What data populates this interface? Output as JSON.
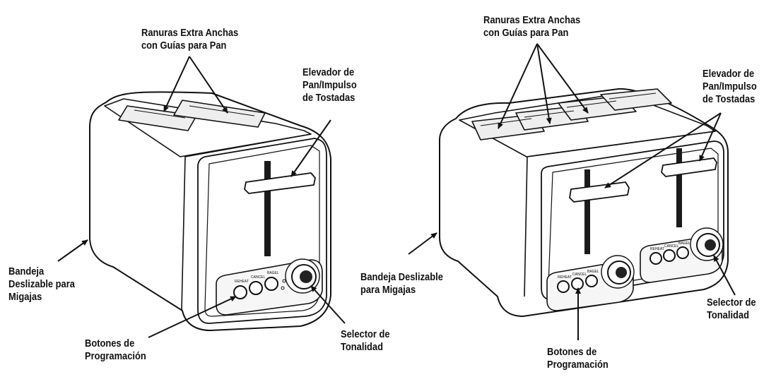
{
  "colors": {
    "ink": "#111111",
    "body_fill": "#ffffff",
    "panel_fill": "#f4f4f4",
    "slot_fill": "#eaeaea",
    "dark_slot": "#1a1a1a"
  },
  "left_toaster": {
    "slots_label": [
      "Ranuras Extra Anchas",
      "con Guías para Pan"
    ],
    "lever_label": [
      "Elevador de",
      "Pan/Impulso",
      "de Tostadas"
    ],
    "crumb_tray_label": [
      "Bandeja",
      "Deslizable para",
      "Migajas"
    ],
    "buttons_label": [
      "Botones de",
      "Programación"
    ],
    "shade_label": [
      "Selector de",
      "Tonalidad"
    ],
    "button_texts": [
      "BAGEL",
      "CANCEL",
      "REHEAT"
    ]
  },
  "right_toaster": {
    "slots_label": [
      "Ranuras Extra Anchas",
      "con Guías para Pan"
    ],
    "lever_label": [
      "Elevador de",
      "Pan/Impulso",
      "de Tostadas"
    ],
    "crumb_tray_label": [
      "Bandeja Deslizable",
      "para Migajas"
    ],
    "buttons_label": [
      "Botones de",
      "Programación"
    ],
    "shade_label": [
      "Selector de",
      "Tonalidad"
    ],
    "button_texts": [
      "BAGEL",
      "CANCEL",
      "REHEAT"
    ]
  }
}
